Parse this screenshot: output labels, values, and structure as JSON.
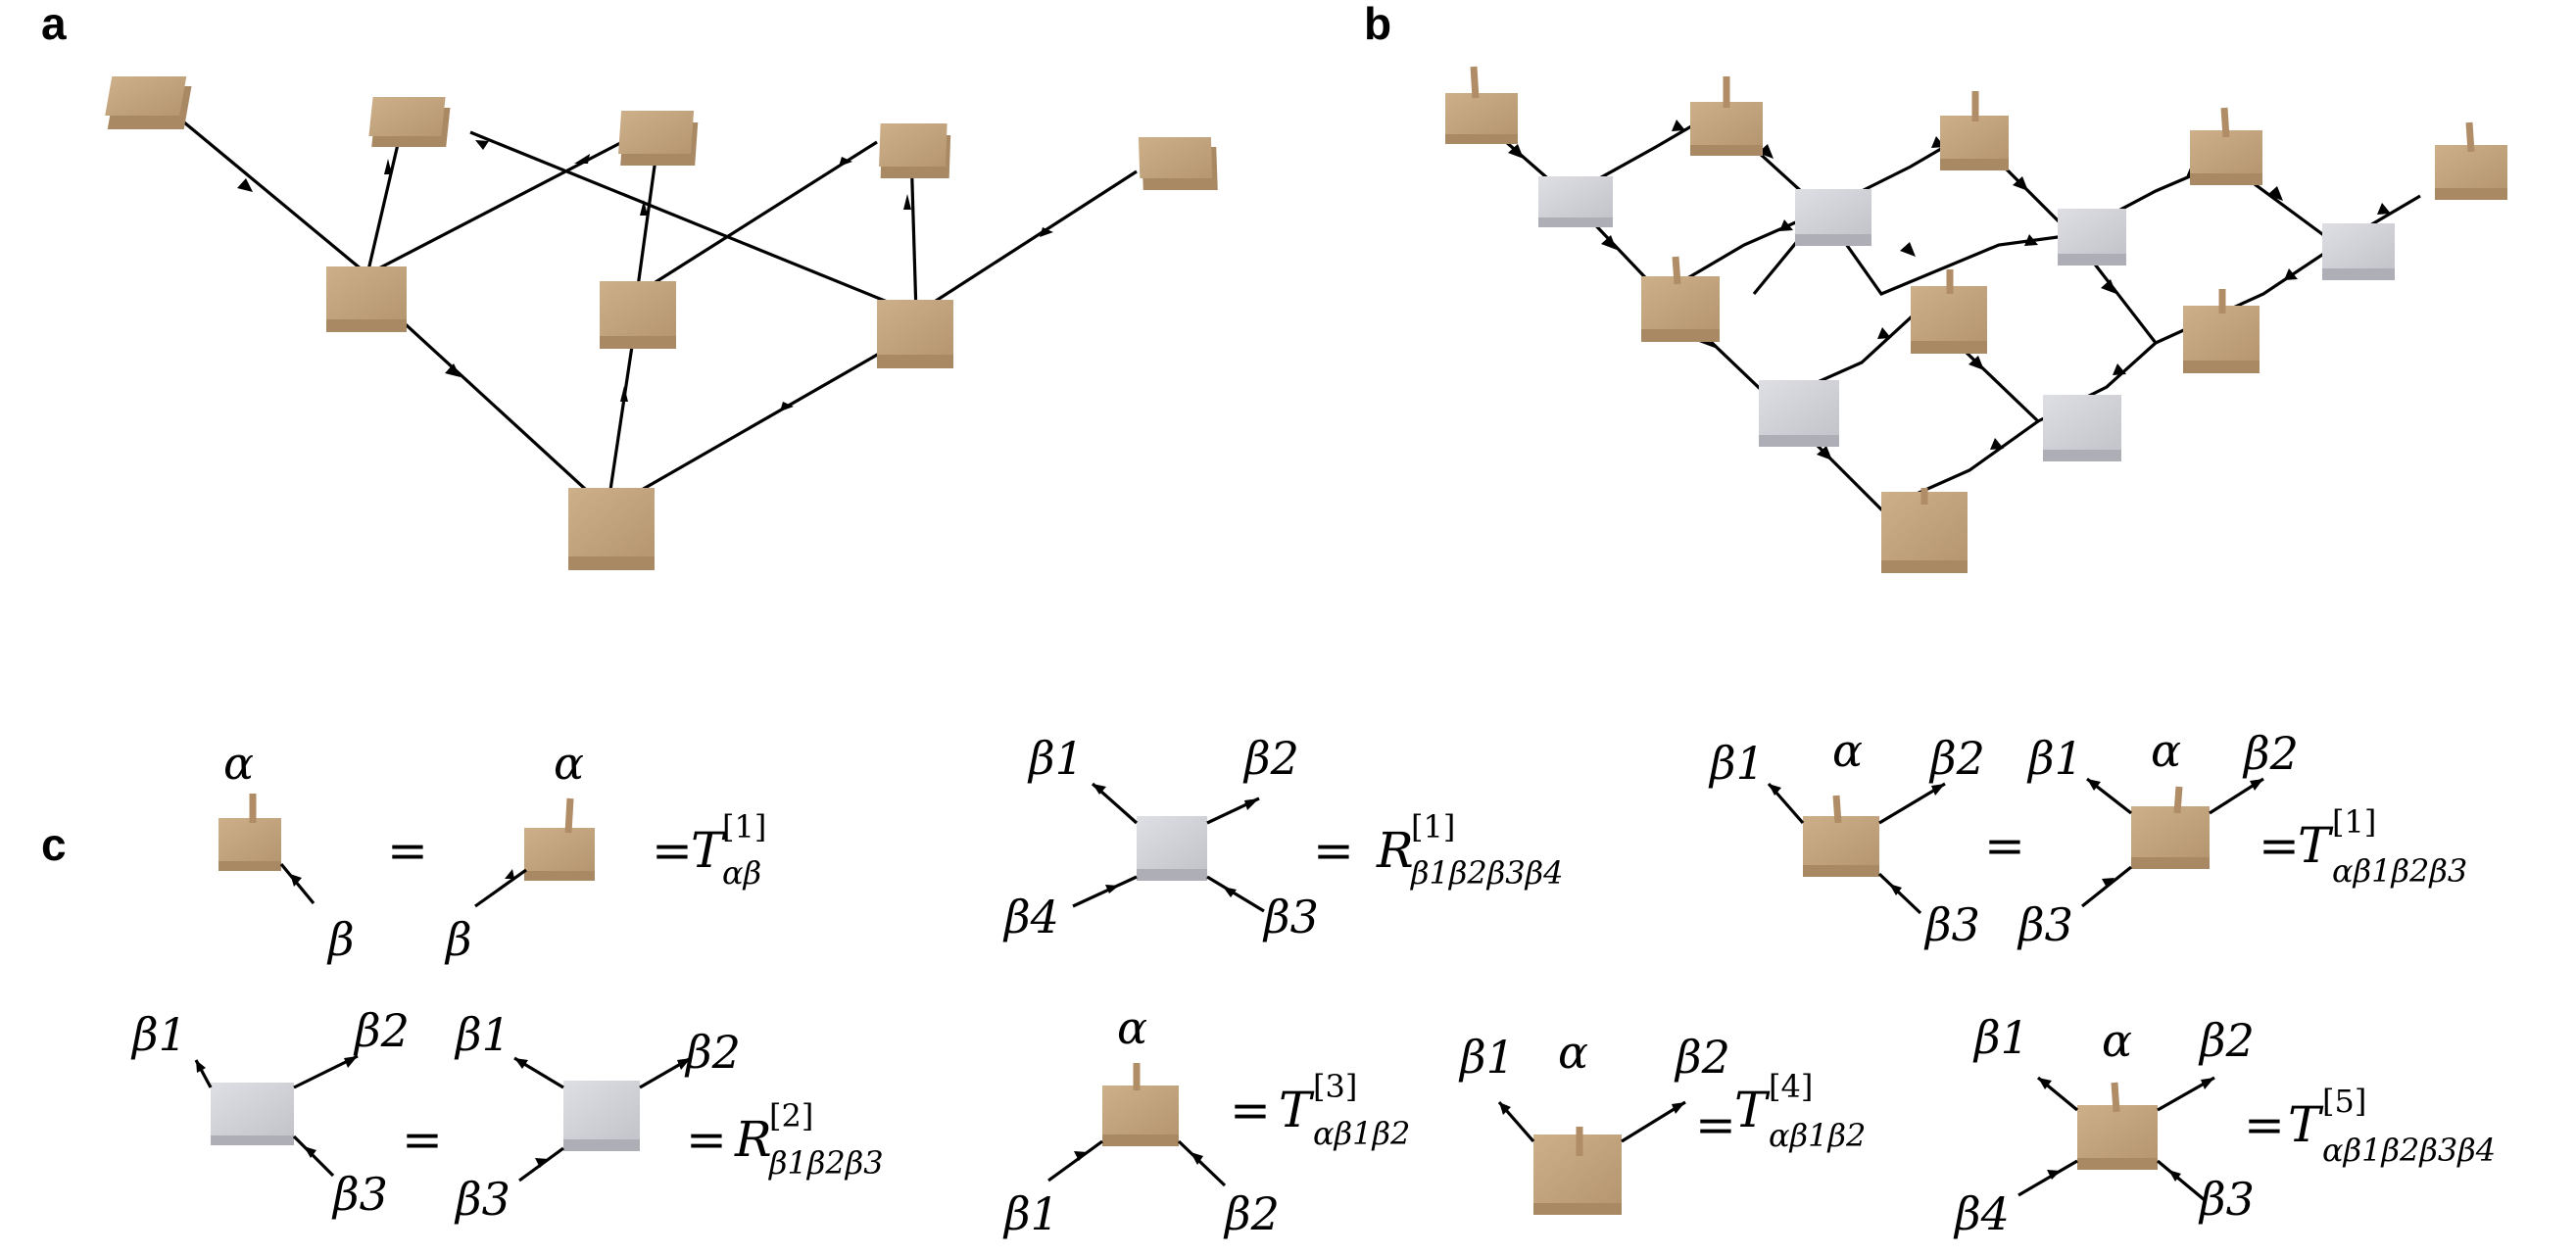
{
  "panels": {
    "a": "a",
    "b": "b",
    "c": "c"
  },
  "colors": {
    "brown_tensor": "#bfa07a",
    "grey_tensor": "#cfd0d6",
    "edge": "#000000",
    "physical_leg": "#b08d66"
  },
  "panel_a": {
    "nodes": [
      "a-top-1",
      "a-top-2",
      "a-top-3",
      "a-top-4",
      "a-top-5",
      "a-mid-1",
      "a-mid-2",
      "a-mid-3",
      "a-root"
    ]
  },
  "panel_c": {
    "labels": {
      "alpha": "α",
      "beta": "β",
      "b1": "β1",
      "b2": "β2",
      "b3": "β3",
      "b4": "β4",
      "eq": "="
    },
    "equations": [
      {
        "lhs": "T",
        "sup": "[1]",
        "sub": "αβ"
      },
      {
        "lhs": "R",
        "sup": "[1]",
        "sub": "β1β2β3β4"
      },
      {
        "lhs": "T",
        "sup": "[1]",
        "sub": "αβ1β2β3"
      },
      {
        "lhs": "R",
        "sup": "[2]",
        "sub": "β1β2β3"
      },
      {
        "lhs": "T",
        "sup": "[3]",
        "sub": "αβ1β2"
      },
      {
        "lhs": "T",
        "sup": "[4]",
        "sub": "αβ1β2"
      },
      {
        "lhs": "T",
        "sup": "[5]",
        "sub": "αβ1β2β3β4"
      }
    ]
  }
}
